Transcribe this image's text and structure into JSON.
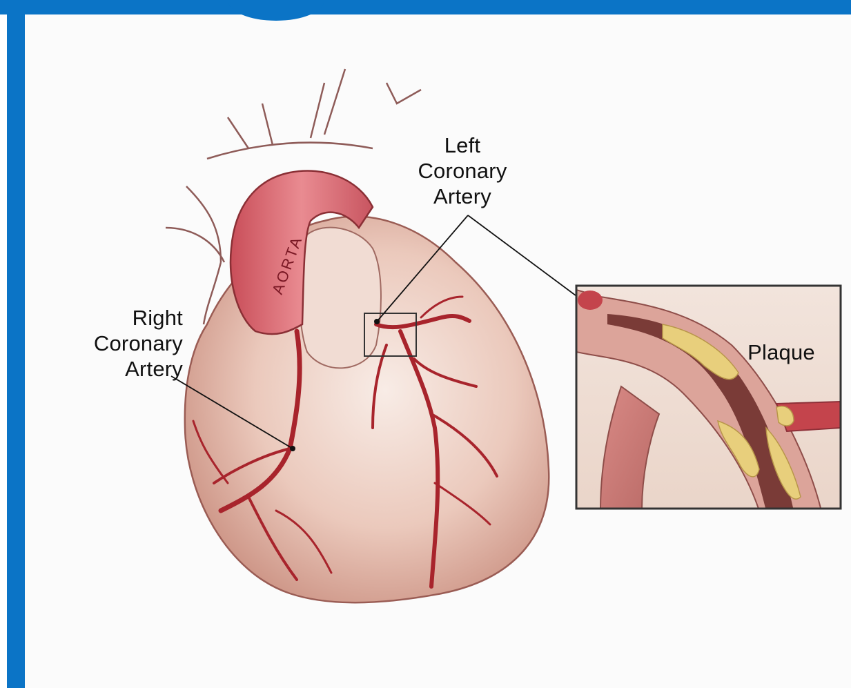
{
  "labels": {
    "left_coronary": [
      "Left",
      "Coronary",
      "Artery"
    ],
    "right_coronary": [
      "Right",
      "Coronary",
      "Artery"
    ],
    "plaque": "Plaque",
    "aorta": "AORTA"
  },
  "colors": {
    "frame": "#0b74c6",
    "heart_fill": "#e9c1b2",
    "heart_shadow": "#c98f7f",
    "artery": "#a8242c",
    "aorta": "#d9646c",
    "plaque": "#e8cf7c",
    "inset_border": "#333333"
  }
}
